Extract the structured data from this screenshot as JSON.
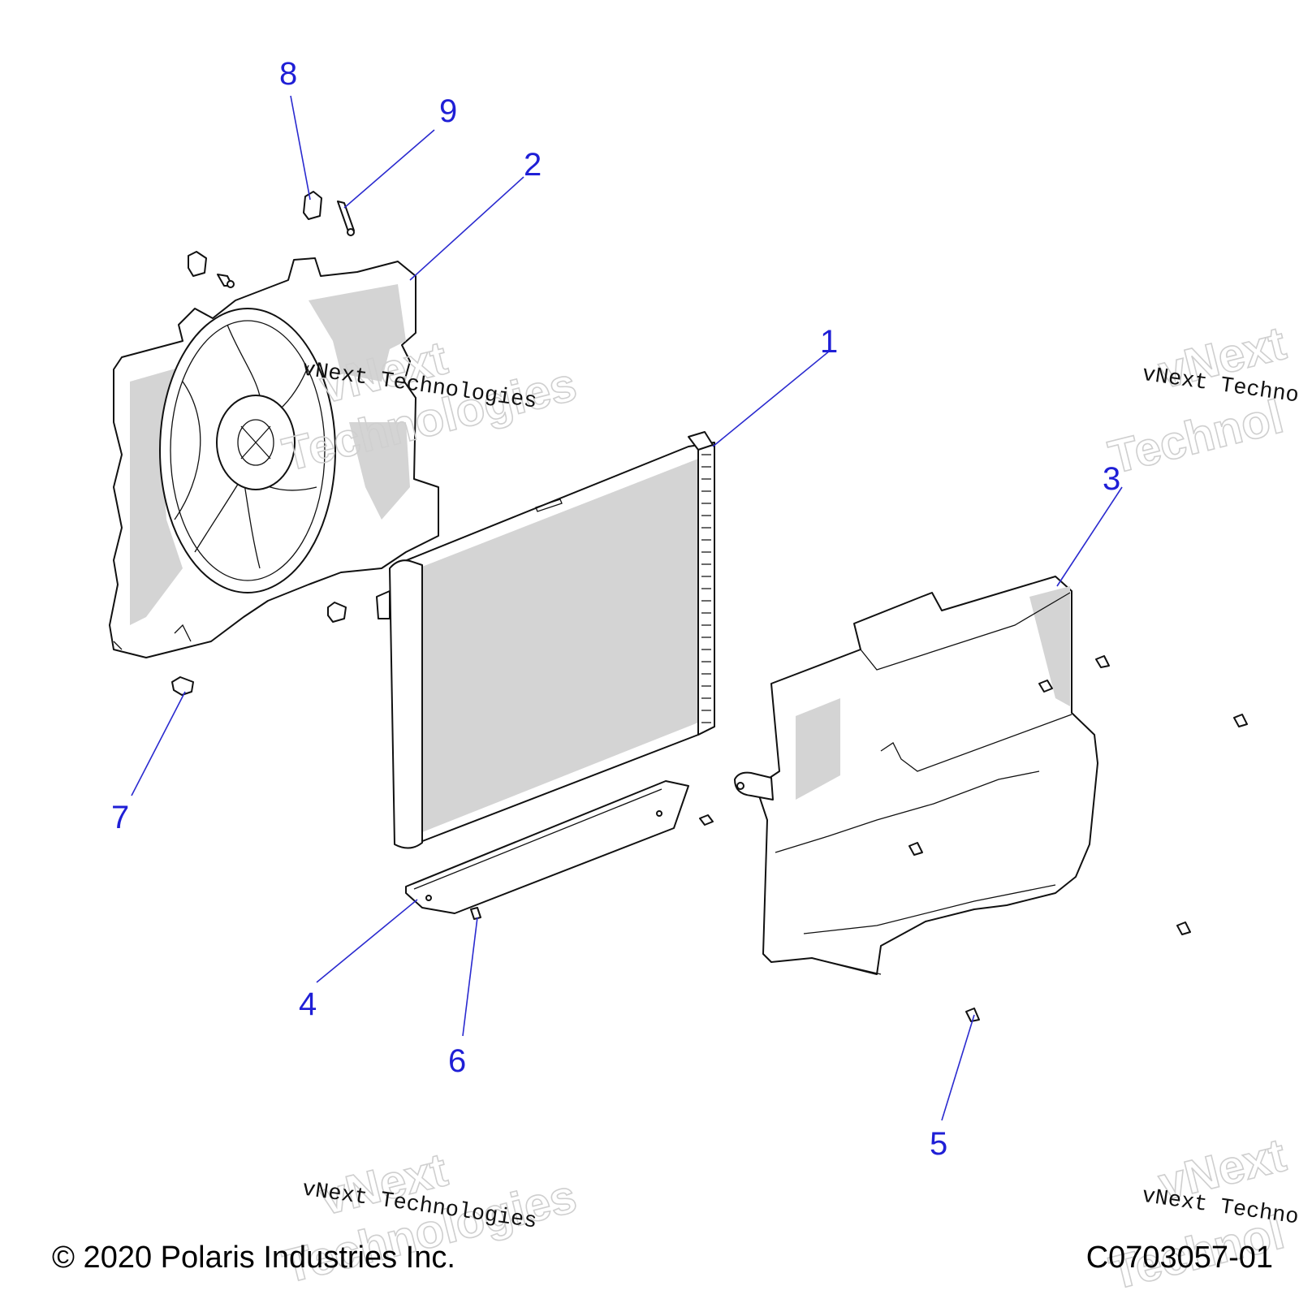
{
  "diagram": {
    "callouts": [
      {
        "id": "1",
        "text": "1"
      },
      {
        "id": "2",
        "text": "2"
      },
      {
        "id": "3",
        "text": "3"
      },
      {
        "id": "4",
        "text": "4"
      },
      {
        "id": "5",
        "text": "5"
      },
      {
        "id": "6",
        "text": "6"
      },
      {
        "id": "7",
        "text": "7"
      },
      {
        "id": "8",
        "text": "8"
      },
      {
        "id": "9",
        "text": "9"
      }
    ],
    "watermark": {
      "line1": "vNext",
      "line2": "Technologies",
      "caption": "vNext Technologies",
      "caption_partial": "vNext Techno",
      "outline_partial_top": "vNext",
      "outline_partial_bottom": "Technol"
    },
    "colors": {
      "callout": "#1f1fd6",
      "line": "#111111",
      "shade": "#d4d4d4"
    }
  },
  "footer": {
    "copyright": "© 2020 Polaris Industries Inc.",
    "drawing_number": "C0703057-01"
  }
}
